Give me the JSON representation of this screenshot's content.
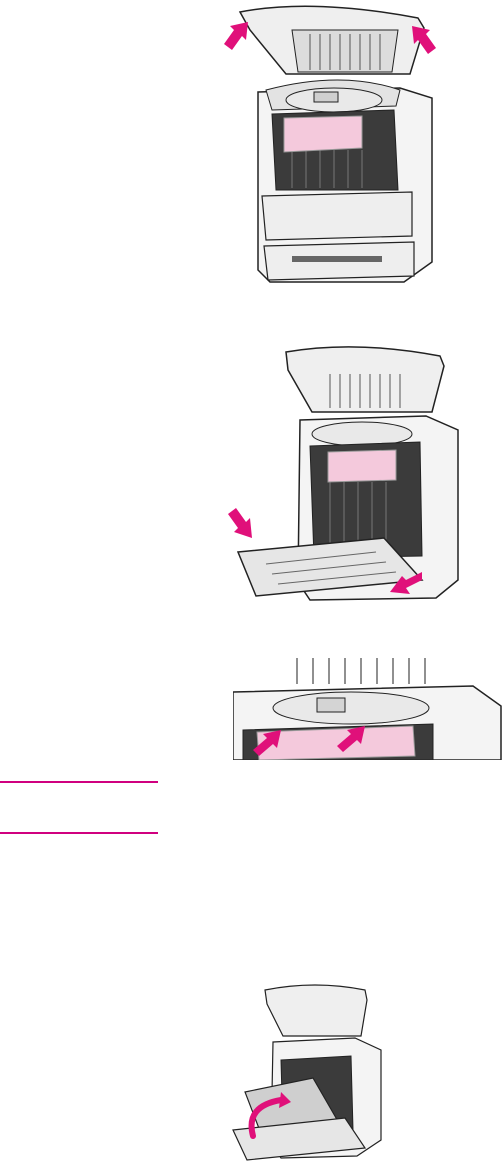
{
  "page": {
    "title": "",
    "colors": {
      "accent": "#e0107a",
      "paper_jam": "#f4c9dc",
      "outline": "#222222",
      "rule": "#d0007f",
      "panel": "#e6e6e6",
      "dark": "#3b3b3b"
    }
  },
  "figures": [
    {
      "name": "printer-top-cover-open",
      "arrows": 2
    },
    {
      "name": "printer-front-door-open",
      "arrows": 2
    },
    {
      "name": "printer-interior-jam-closeup",
      "arrows": 2
    },
    {
      "name": "printer-transfer-unit-rotate",
      "arrows": 1
    }
  ],
  "note": {
    "label": ""
  }
}
